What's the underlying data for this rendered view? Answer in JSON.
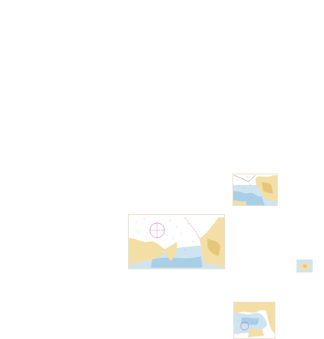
{
  "map": {
    "background": "#ffffff",
    "colors": {
      "land": "#f3dfa6",
      "land_dark": "#e6c77a",
      "shallow_water": "#a8cfe6",
      "mid_water": "#cfe4f1",
      "deep_water": "#ffffff",
      "soundings": "#9aa9b8",
      "magenta": "#c85ba0",
      "border": "#e8e2d2"
    },
    "tiles": [
      {
        "id": "tile-north-harbor"
      },
      {
        "id": "tile-central-bay"
      },
      {
        "id": "tile-small-islet"
      },
      {
        "id": "tile-south-cove"
      }
    ]
  }
}
